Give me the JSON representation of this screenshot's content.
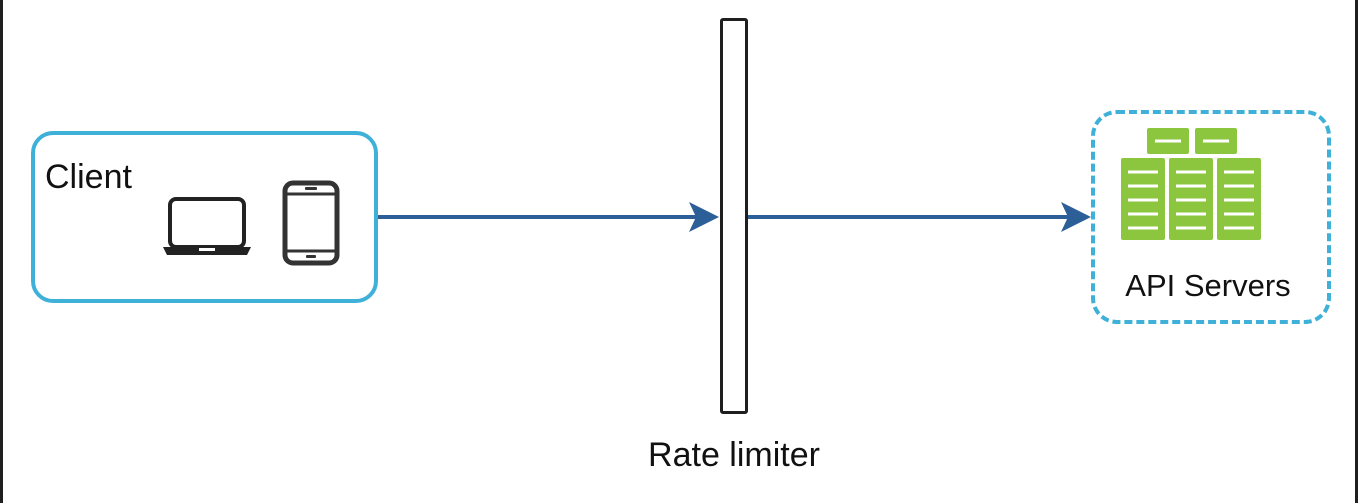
{
  "client": {
    "label": "Client",
    "icons": [
      "laptop-icon",
      "phone-icon"
    ],
    "border_color": "#3fb1d9"
  },
  "rate_limiter": {
    "label": "Rate limiter"
  },
  "api_servers": {
    "label": "API Servers",
    "icon": "server-rack-icon",
    "icon_color": "#8cc63f",
    "border_color": "#3fb1d9"
  },
  "connections": [
    {
      "from": "Client",
      "to": "Rate limiter"
    },
    {
      "from": "Rate limiter",
      "to": "API Servers"
    }
  ],
  "arrow_color": "#2c5f97"
}
